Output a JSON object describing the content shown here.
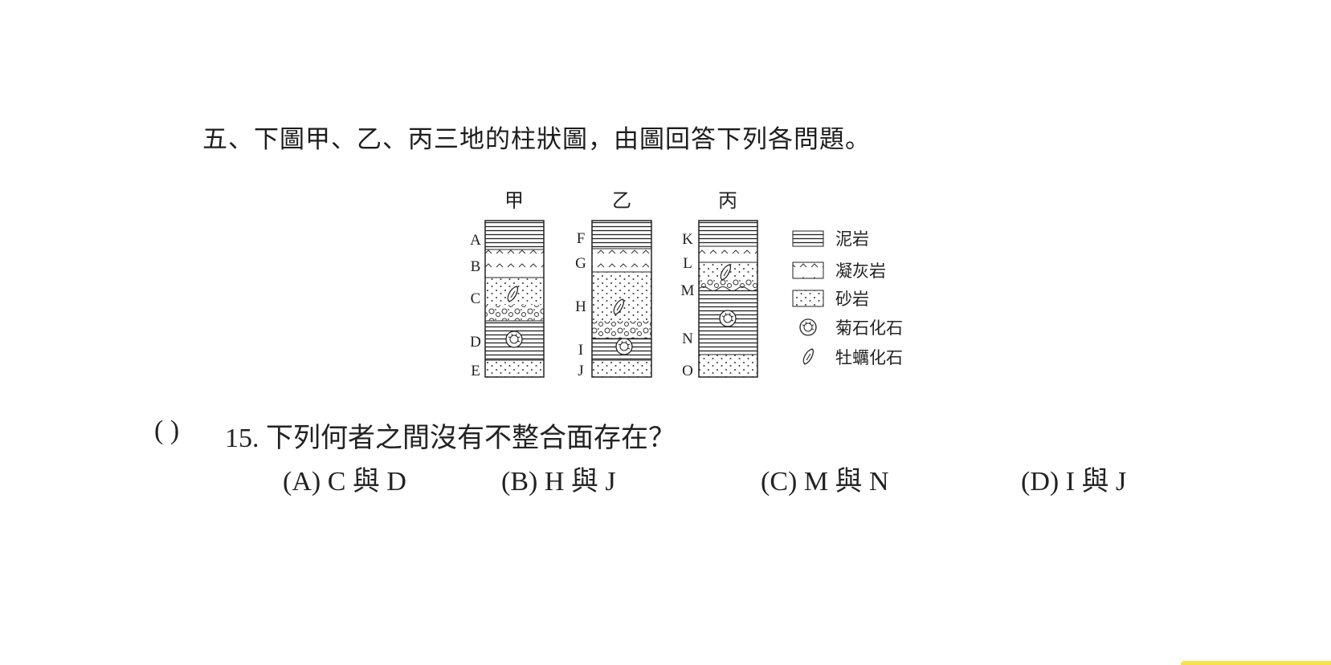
{
  "heading": "五、下圖甲、乙、丙三地的柱狀圖，由圖回答下列各問題。",
  "diagram": {
    "columns": [
      {
        "title": "甲",
        "layers": [
          "A",
          "B",
          "C",
          "D",
          "E"
        ]
      },
      {
        "title": "乙",
        "layers": [
          "F",
          "G",
          "H",
          "I",
          "J"
        ]
      },
      {
        "title": "丙",
        "layers": [
          "K",
          "L",
          "M",
          "N",
          "O"
        ]
      }
    ],
    "legend": [
      "泥岩",
      "凝灰岩",
      "砂岩",
      "菊石化石",
      "牡蠣化石"
    ]
  },
  "question": {
    "answer_blank": "(      )",
    "text": "15. 下列何者之間沒有不整合面存在？",
    "options": [
      "(A) C 與 D",
      "(B) H 與 J",
      "(C) M 與 N",
      "(D) I 與 J"
    ]
  }
}
